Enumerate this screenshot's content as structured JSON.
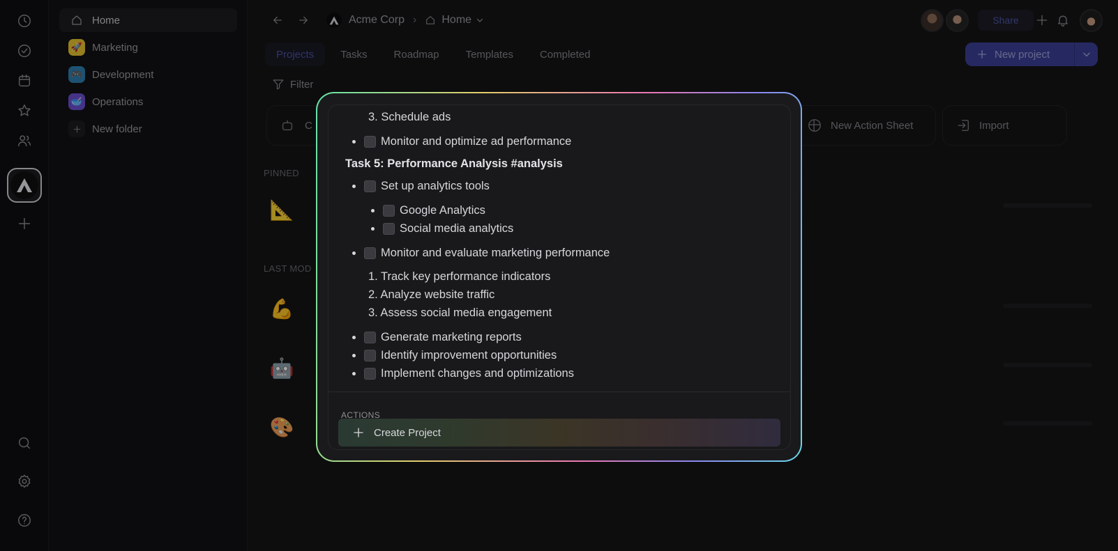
{
  "app": {
    "accent": "#3b3f96"
  },
  "sidebar": {
    "items": [
      {
        "label": "Home",
        "icon": "home-icon"
      },
      {
        "label": "Marketing",
        "icon": "rocket-icon",
        "color": "#e6c430"
      },
      {
        "label": "Development",
        "icon": "gamepad-icon",
        "color": "#2f7fb0"
      },
      {
        "label": "Operations",
        "icon": "bowl-icon",
        "color": "#6a4fd0"
      },
      {
        "label": "New folder",
        "icon": "plus-icon"
      }
    ]
  },
  "rail": {
    "icons": [
      "clock-icon",
      "check-circle-icon",
      "calendar-icon",
      "star-icon",
      "users-icon",
      "workspace-logo",
      "plus-icon",
      "search-icon",
      "settings-icon",
      "help-icon"
    ]
  },
  "breadcrumb": {
    "workspace": "Acme Corp",
    "page": "Home"
  },
  "header": {
    "share_label": "Share",
    "new_project_label": "New project"
  },
  "tabs": [
    "Projects",
    "Tasks",
    "Roadmap",
    "Templates",
    "Completed"
  ],
  "filter_label": "Filter",
  "cards": {
    "first_partial": "C",
    "new_action_sheet": "New Action Sheet",
    "import": "Import"
  },
  "sections": {
    "pinned": "PINNED",
    "last_modified": "LAST MOD"
  },
  "rows": [
    {
      "emoji": "📐"
    },
    {
      "emoji": "💪"
    },
    {
      "emoji": "🤖"
    },
    {
      "emoji": "🎨"
    }
  ],
  "modal": {
    "lines": [
      {
        "text": "3. Schedule ads"
      },
      {
        "text": "Monitor and optimize ad performance"
      },
      {
        "text": "Task 5: Performance Analysis #analysis"
      },
      {
        "text": "Set up analytics tools"
      },
      {
        "text": "Google Analytics"
      },
      {
        "text": "Social media analytics"
      },
      {
        "text": "Monitor and evaluate marketing performance"
      },
      {
        "text": "1. Track key performance indicators"
      },
      {
        "text": "2. Analyze website traffic"
      },
      {
        "text": "3. Assess social media engagement"
      },
      {
        "text": "Generate marketing reports"
      },
      {
        "text": "Identify improvement opportunities"
      },
      {
        "text": "Implement changes and optimizations"
      }
    ],
    "actions_label": "ACTIONS",
    "create_label": "Create Project"
  }
}
